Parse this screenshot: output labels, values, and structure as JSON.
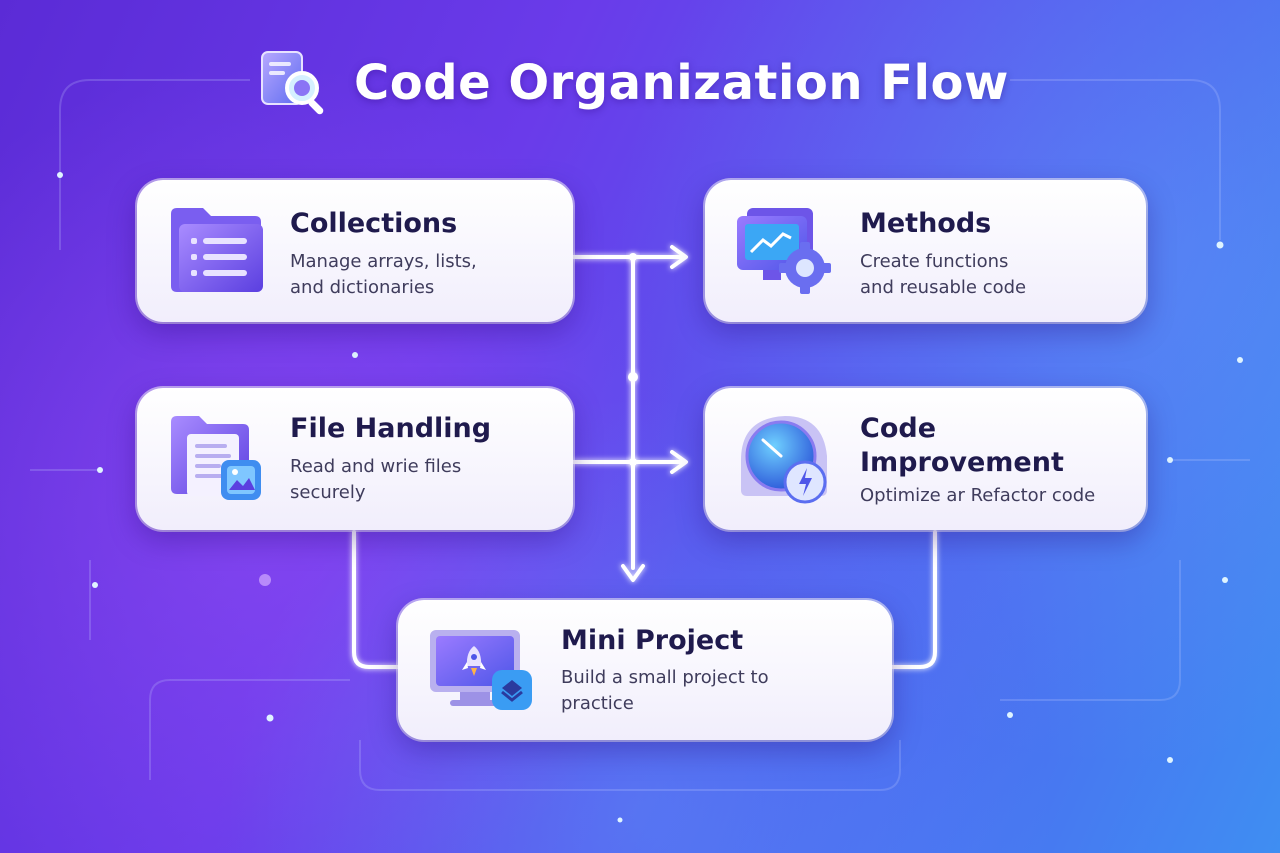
{
  "title": "Code Organization Flow",
  "icons": {
    "title": "document-search-icon",
    "collections": "folder-list-icon",
    "methods": "monitor-gear-icon",
    "file_handling": "folder-file-image-icon",
    "code_improvement": "gauge-lightning-icon",
    "mini_project": "monitor-rocket-icon"
  },
  "colors": {
    "accent": "#6a3bea",
    "heading": "#1f1a4d",
    "text": "#3f3c5c",
    "connector": "#ffffff"
  },
  "cards": {
    "collections": {
      "title": "Collections",
      "desc_line1": "Manage arrays, lists,",
      "desc_line2": "and dictionaries"
    },
    "methods": {
      "title": "Methods",
      "desc_line1": "Create functions",
      "desc_line2": "and reusable code"
    },
    "file_handling": {
      "title": "File Handling",
      "desc_line1": "Read and wrie files",
      "desc_line2": "securely"
    },
    "code_improvement": {
      "title_line1": "Code",
      "title_line2": "Improvement",
      "desc_line1": "Optimize ar Refactor code"
    },
    "mini_project": {
      "title": "Mini Project",
      "desc_line1": "Build a small project to",
      "desc_line2": "practice"
    }
  }
}
